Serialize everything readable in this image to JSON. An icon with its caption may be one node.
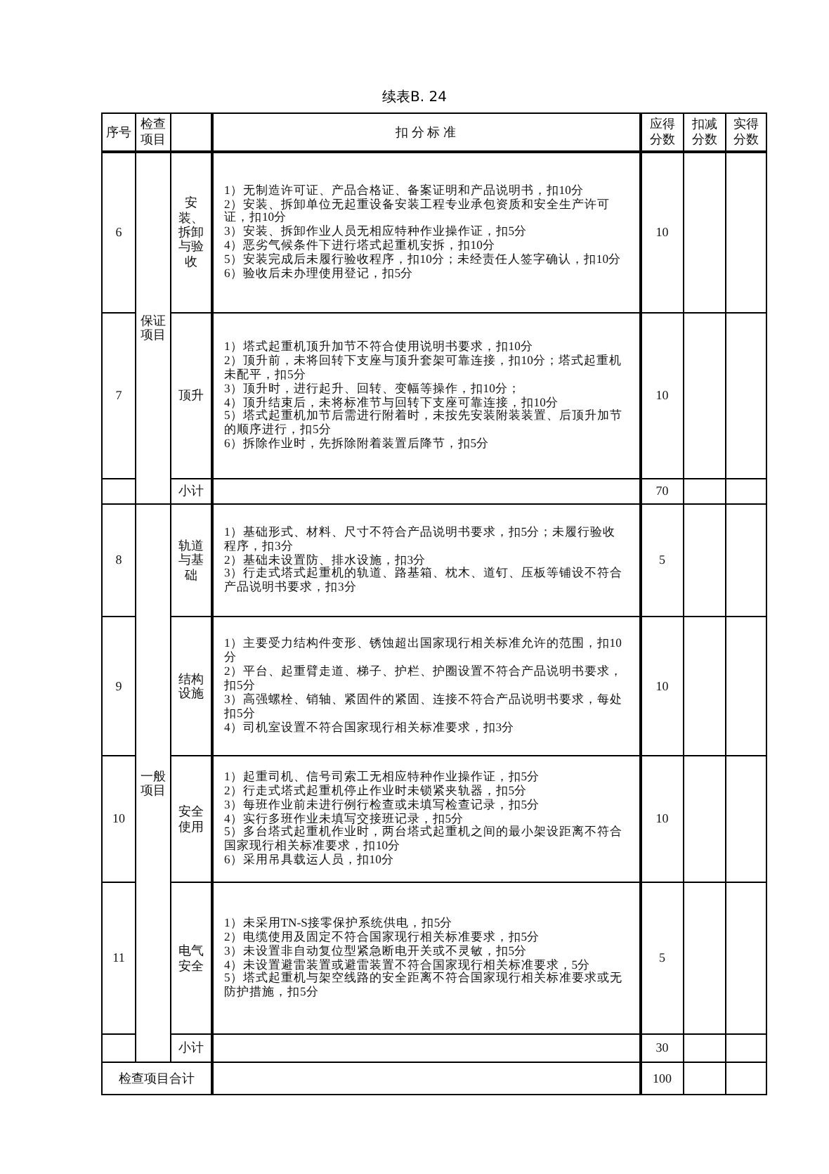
{
  "diagram": {
    "title": "续表B. 24",
    "labels": [
      "序号",
      "检查项目",
      "扣 分 标 准",
      "应得分数",
      "扣减分数",
      "实得分数",
      "6",
      "保证项目",
      "安装、拆卸与验收",
      "1）无制造许可证、产品合格证、备案证明和产品说明书，扣10分",
      "2）安装、拆卸单位无起重设备安装工程专业承包资质和安全生产许可证，扣10分",
      "3）安装、拆卸作业人员无相应特种作业操作证，扣5分",
      "4）恶劣气候条件下进行塔式起重机安拆，扣10分",
      "5）安装完成后未履行验收程序，扣10分；未经责任人签字确认，扣10分",
      "6）验收后未办理使用登记，扣5分",
      "10",
      "7",
      "顶升",
      "1）塔式起重机顶升加节不符合使用说明书要求，扣10分",
      "2）顶升前，未将回转下支座与顶升套架可靠连接，扣10分；塔式起重机未配平，扣5分",
      "3）顶升时，进行起升、回转、变幅等操作，扣10分；",
      "4）顶升结束后，未将标准节与回转下支座可靠连接，扣10分",
      "5）塔式起重机加节后需进行附着时，未按先安装附装装置、后顶升加节的顺序进行，扣5分",
      "6）拆除作业时，先拆除附着装置后降节，扣5分",
      "10",
      "小计",
      "70",
      "8",
      "一般项目",
      "轨道与基础",
      "1）基础形式、材料、尺寸不符合产品说明书要求，扣5分；未履行验收程序，扣3分",
      "2）基础未设置防、排水设施，扣3分",
      "3）行走式塔式起重机的轨道、路基箱、枕木、道钉、压板等铺设不符合产品说明书要求，扣3分",
      "5",
      "9",
      "结构设施",
      "1）主要受力结构件变形、锈蚀超出国家现行相关标准允许的范围，扣10分",
      "2）平台、起重臂走道、梯子、护栏、护圈设置不符合产品说明书要求，扣5分",
      "3）高强螺栓、销轴、紧固件的紧固、连接不符合产品说明书要求，每处扣5分",
      "4）司机室设置不符合国家现行相关标准要求，扣3分",
      "10",
      "10",
      "安全使用",
      "1）起重司机、信号司索工无相应特种作业操作证，扣5分",
      "2）行走式塔式起重机停止作业时未锁紧夹轨器，扣5分",
      "3）每班作业前未进行例行检查或未填写检查记录，扣5分",
      "4）实行多班作业未填写交接班记录，扣5分",
      "5）多台塔式起重机作业时，两台塔式起重机之间的最小架设距离不符合国家现行相关标准要求，扣10分",
      "6）采用吊具载运人员，扣10分",
      "10",
      "11",
      "电气安全",
      "1）未采用TN-S接零保护系统供电，扣5分",
      "2）电缆使用及固定不符合国家现行相关标准要求，扣5分",
      "3）未设置非自动复位型紧急断电开关或不灵敏，扣5分",
      "4）未设置避雷装置或避雷装置不符合国家现行相关标准要求，5分",
      "5）塔式起重机与架空线路的安全距离不符合国家现行相关标准要求或无防护措施，扣5分",
      "5",
      "小计",
      "30",
      "检查项目合计",
      "100"
    ]
  }
}
